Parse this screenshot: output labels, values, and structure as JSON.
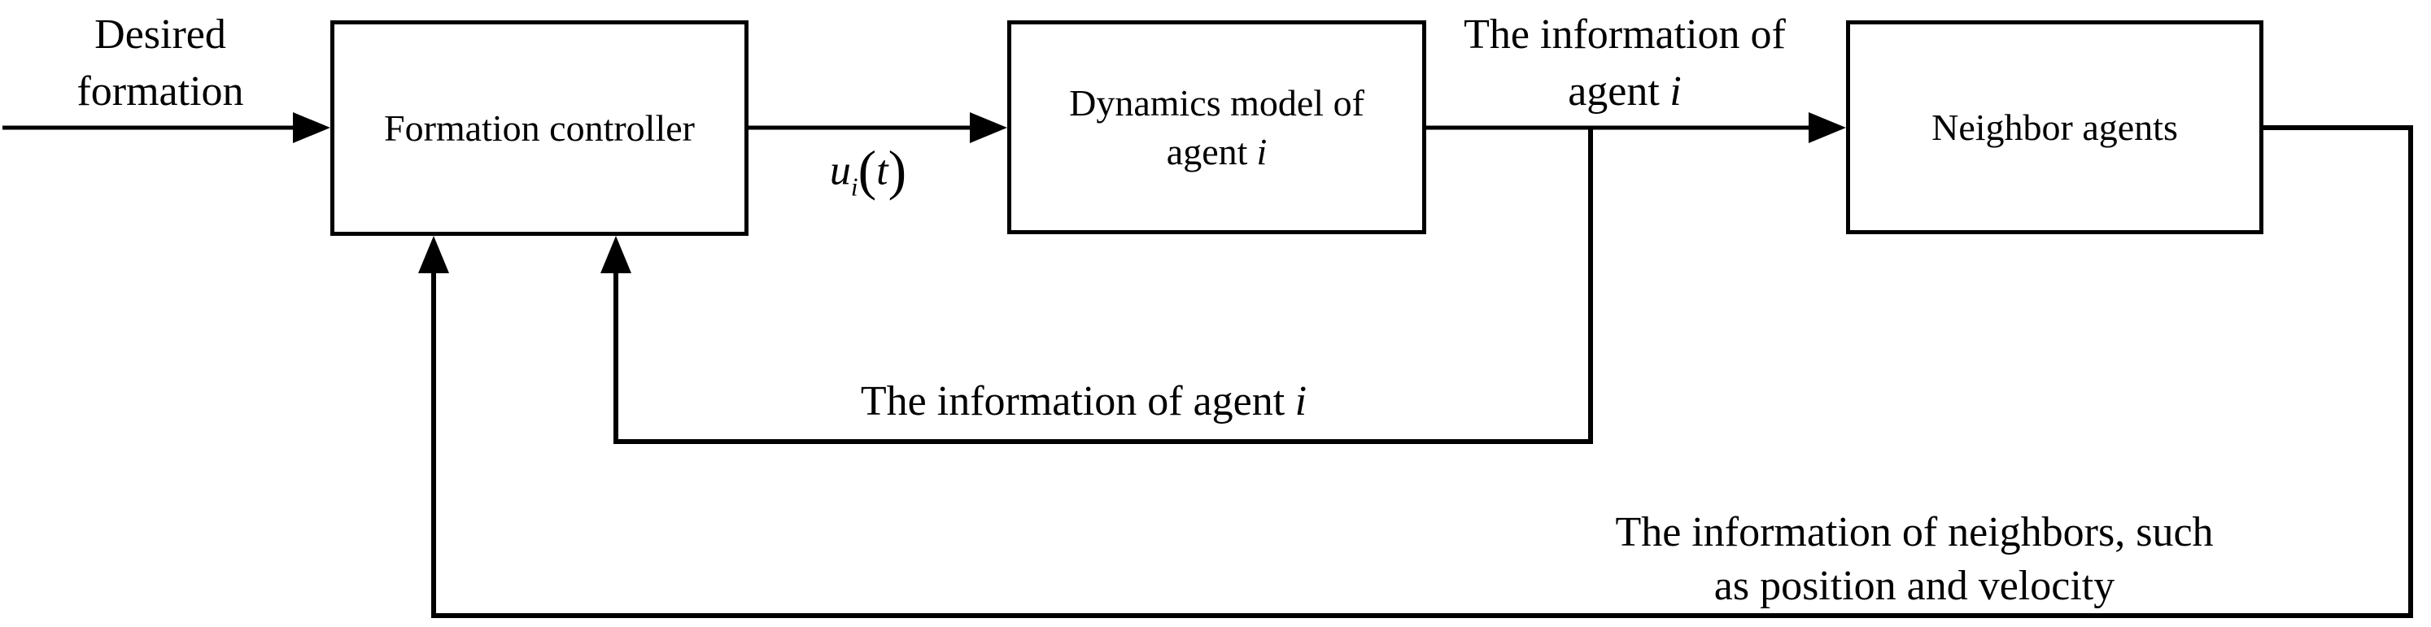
{
  "colors": {
    "background": "#ffffff",
    "line": "#000000",
    "text": "#000000"
  },
  "boxes": {
    "formation_controller": {
      "label": "Formation controller"
    },
    "dynamics_model": {
      "line1": "Dynamics model of",
      "line2_text": "agent",
      "line2_var": "i"
    },
    "neighbor_agents": {
      "label": "Neighbor agents"
    }
  },
  "labels": {
    "desired_formation": {
      "line1": "Desired",
      "line2": "formation"
    },
    "control_input": {
      "base": "u",
      "sub": "i",
      "open_paren": "(",
      "arg": "t",
      "close_paren": ")"
    },
    "agent_info_top": {
      "line1": "The information of",
      "line2_text": "agent",
      "line2_var": "i"
    },
    "agent_info_mid": {
      "text": "The information of agent",
      "var": "i"
    },
    "neighbor_info": {
      "line1": "The information of neighbors, such",
      "line2": "as position and velocity"
    }
  }
}
